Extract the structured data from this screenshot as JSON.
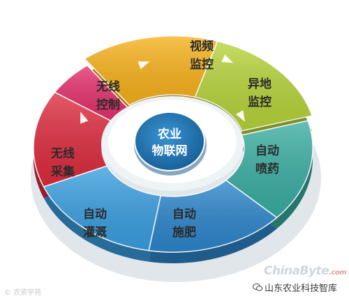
{
  "colors": {
    "seg_video": "#f7b21b",
    "seg_remote": "#b7d43a",
    "seg_spray": "#3aaea2",
    "seg_fertilize": "#2d86cc",
    "seg_irrigate": "#3a9fe0",
    "seg_collect": "#de2c3e",
    "seg_control": "#e5306d",
    "hub": "#1e6fa8",
    "seg_text": "#2b2b2b",
    "seg_text_light": "#ffffff"
  },
  "hub": {
    "line1": "农业",
    "line2": "物联网"
  },
  "segments": [
    {
      "id": "video",
      "line1": "视频",
      "line2": "监控"
    },
    {
      "id": "remote",
      "line1": "异地",
      "line2": "监控"
    },
    {
      "id": "spray",
      "line1": "自动",
      "line2": "喷药"
    },
    {
      "id": "fertilize",
      "line1": "自动",
      "line2": "施肥"
    },
    {
      "id": "irrigate",
      "line1": "自动",
      "line2": "灌溉"
    },
    {
      "id": "collect",
      "line1": "无线",
      "line2": "采集"
    },
    {
      "id": "control",
      "line1": "无线",
      "line2": "控制"
    }
  ],
  "watermarks": {
    "left": "© 农资学苑",
    "brand_prefix": "China",
    "brand_suffix": "Byte",
    "brand_tld": ".com",
    "account": "山东农业科技智库"
  }
}
